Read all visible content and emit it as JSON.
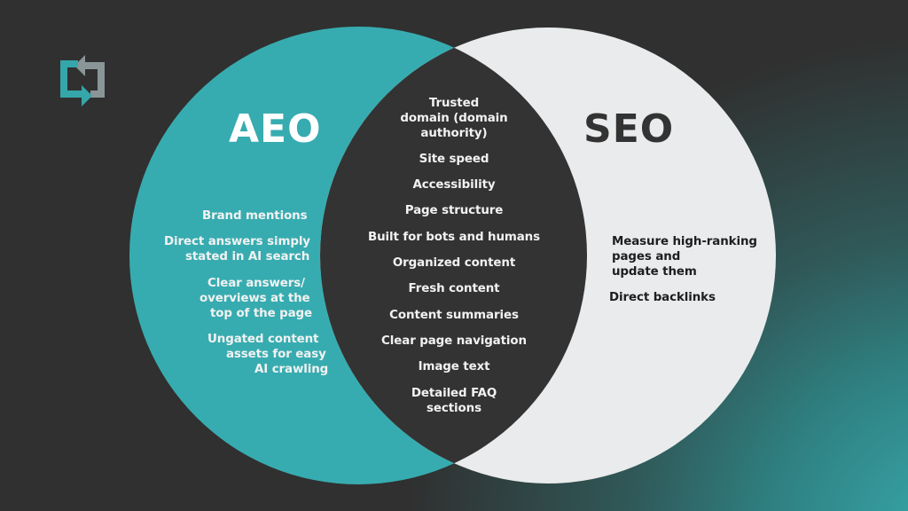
{
  "diagram": {
    "type": "venn",
    "logo": {
      "icon": "refresh-arrows-logo-icon",
      "colors": [
        "#35a6aa",
        "#8a9598"
      ]
    },
    "colors": {
      "background": "#303030",
      "aeo_circle": "#37acb0",
      "seo_circle": "#e9ebec",
      "overlap": "#333333",
      "glow": "#38a9ac"
    },
    "left": {
      "title": "AEO",
      "items": [
        {
          "lines": [
            "Brand mentions"
          ]
        },
        {
          "lines": [
            "Direct answers simply",
            "stated in AI search"
          ]
        },
        {
          "lines": [
            "Clear answers/",
            "overviews at the",
            "top of the page"
          ]
        },
        {
          "lines": [
            "Ungated content",
            "assets for easy",
            "AI crawling"
          ]
        }
      ]
    },
    "overlap": {
      "items": [
        {
          "lines": [
            "Trusted",
            "domain (domain",
            "authority)"
          ]
        },
        {
          "lines": [
            "Site speed"
          ]
        },
        {
          "lines": [
            "Accessibility"
          ]
        },
        {
          "lines": [
            "Page structure"
          ]
        },
        {
          "lines": [
            "Built for bots and humans"
          ]
        },
        {
          "lines": [
            "Organized content"
          ]
        },
        {
          "lines": [
            "Fresh content"
          ]
        },
        {
          "lines": [
            "Content summaries"
          ]
        },
        {
          "lines": [
            "Clear page navigation"
          ]
        },
        {
          "lines": [
            "Image text"
          ]
        },
        {
          "lines": [
            "Detailed FAQ",
            "sections"
          ]
        }
      ]
    },
    "right": {
      "title": "SEO",
      "items": [
        {
          "lines": [
            "Measure high-ranking",
            "pages and",
            "update them"
          ]
        },
        {
          "lines": [
            "Direct backlinks"
          ]
        }
      ]
    }
  }
}
